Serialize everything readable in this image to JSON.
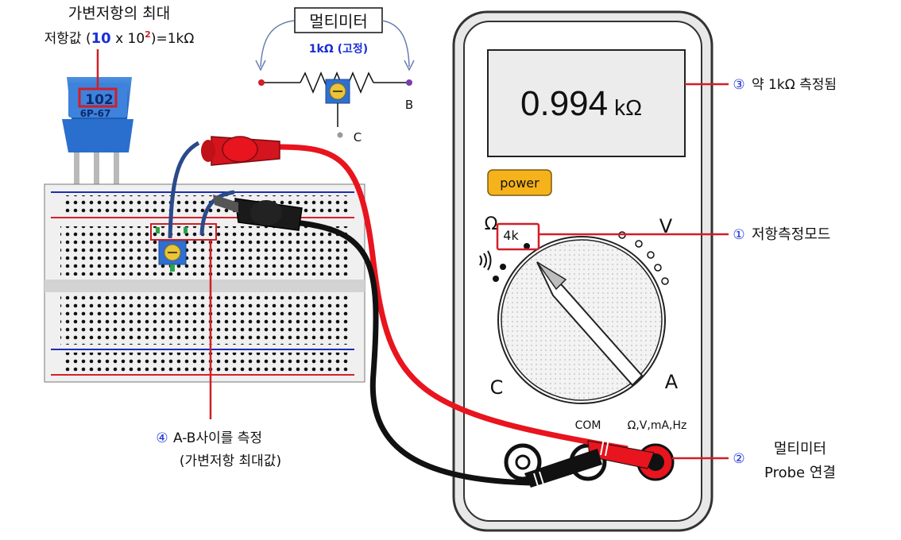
{
  "variable_resistor": {
    "title_line1": "가변저항의 최대",
    "title_line2_pre": "저항값 (",
    "title_line2_bold": "10",
    "title_line2_mid": " x 10",
    "title_line2_exp": "2",
    "title_line2_post": ")=1kΩ",
    "chip_code": "102",
    "chip_sub": "6P-67"
  },
  "schematic": {
    "title": "멀티미터",
    "value": "1kΩ (고정)",
    "terminal_b": "B",
    "terminal_c": "C"
  },
  "multimeter": {
    "display": "0.994",
    "display_unit": "kΩ",
    "power_label": "power",
    "range_label": "4k",
    "dial_ohm": "Ω",
    "dial_v": "V",
    "dial_c": "C",
    "dial_a": "A",
    "jack_com": "COM",
    "jack_main": "Ω,V,mA,Hz"
  },
  "callouts": {
    "c1_num": "①",
    "c1_text": "저항측정모드",
    "c2_num": "②",
    "c2_line1": "멀티미터",
    "c2_line2": "Probe 연결",
    "c3_num": "③",
    "c3_text": "약 1kΩ 측정됨",
    "c4_num": "④",
    "c4_line1": "A-B사이를 측정",
    "c4_line2": "(가변저항 최대값)"
  },
  "colors": {
    "red_probe": "#e8141e",
    "black_probe": "#111111",
    "power_button": "#f5b21a",
    "callout_line": "#d11f26",
    "callout_number": "#1a2fd6",
    "breadboard_blue": "#1a2fb5",
    "breadboard_red": "#d4212b"
  }
}
